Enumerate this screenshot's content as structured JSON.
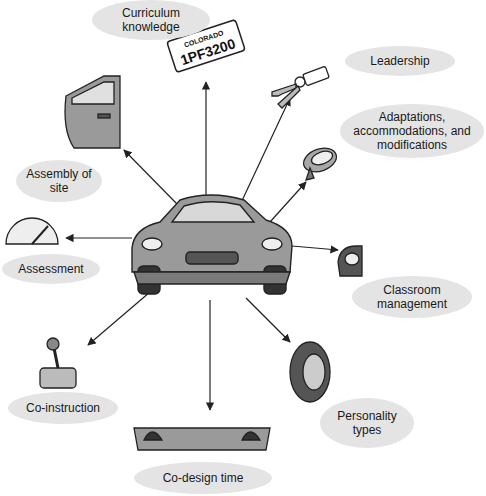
{
  "diagram": {
    "nodes": [
      {
        "text": [
          "Curriculum knowledge"
        ]
      },
      {
        "text": [
          "Leadership"
        ]
      },
      {
        "text": [
          "Adaptations, accommodations, and modifications"
        ]
      },
      {
        "text": [
          "Assembly of site"
        ]
      },
      {
        "text": [
          "Assessment"
        ]
      },
      {
        "text": [
          "Classroom management"
        ]
      },
      {
        "text": [
          "Co-instruction"
        ]
      },
      {
        "text": [
          "Personality types"
        ]
      },
      {
        "text": [
          "Co-design time"
        ]
      }
    ],
    "labels": [
      "COLORADO",
      "1PF3200"
    ]
  }
}
